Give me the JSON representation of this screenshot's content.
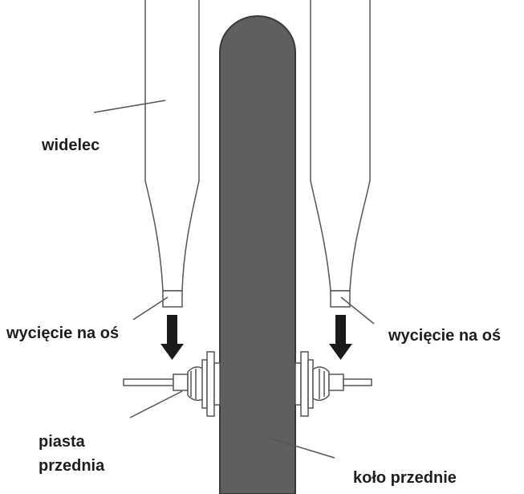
{
  "labels": {
    "fork": "widelec",
    "axle_slot_left": "wycięcie na oś",
    "axle_slot_right": "wycięcie na oś",
    "hub_line1": "piasta",
    "hub_line2": "przednia",
    "front_wheel": "koło przednie"
  },
  "colors": {
    "background": "#ffffff",
    "wheel_fill": "#5f5f5f",
    "wheel_outline": "#3a3a3a",
    "line": "#555555",
    "arrow": "#1a1a1a",
    "text": "#1e1e1e"
  },
  "icons": {
    "direction_arrows": "arrow-down-icon"
  }
}
